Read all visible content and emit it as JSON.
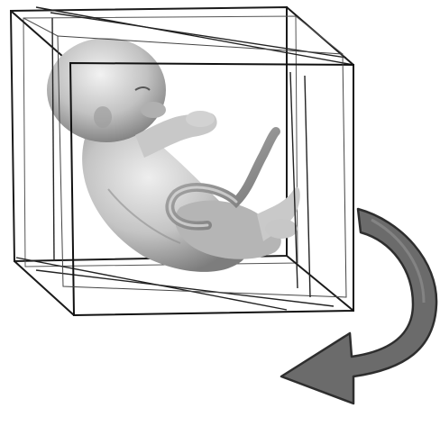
{
  "figure": {
    "background_color": "#ffffff",
    "frame_color": "#111111",
    "arrow_fill": "#6b6b6b",
    "arrow_outline": "#2e2e2e",
    "fetus_tone": "#bdbdbd"
  },
  "elements": [
    {
      "name": "transparent-cube-frame",
      "icon": "wireframe-cube"
    },
    {
      "name": "diagonal-cutting-plane",
      "icon": "plane-lines"
    },
    {
      "name": "fetus-3d-model",
      "icon": "fetus-image"
    },
    {
      "name": "umbilical-cord",
      "icon": "cord"
    },
    {
      "name": "rotation-arrow-icon",
      "icon": "curved-arrow"
    }
  ]
}
